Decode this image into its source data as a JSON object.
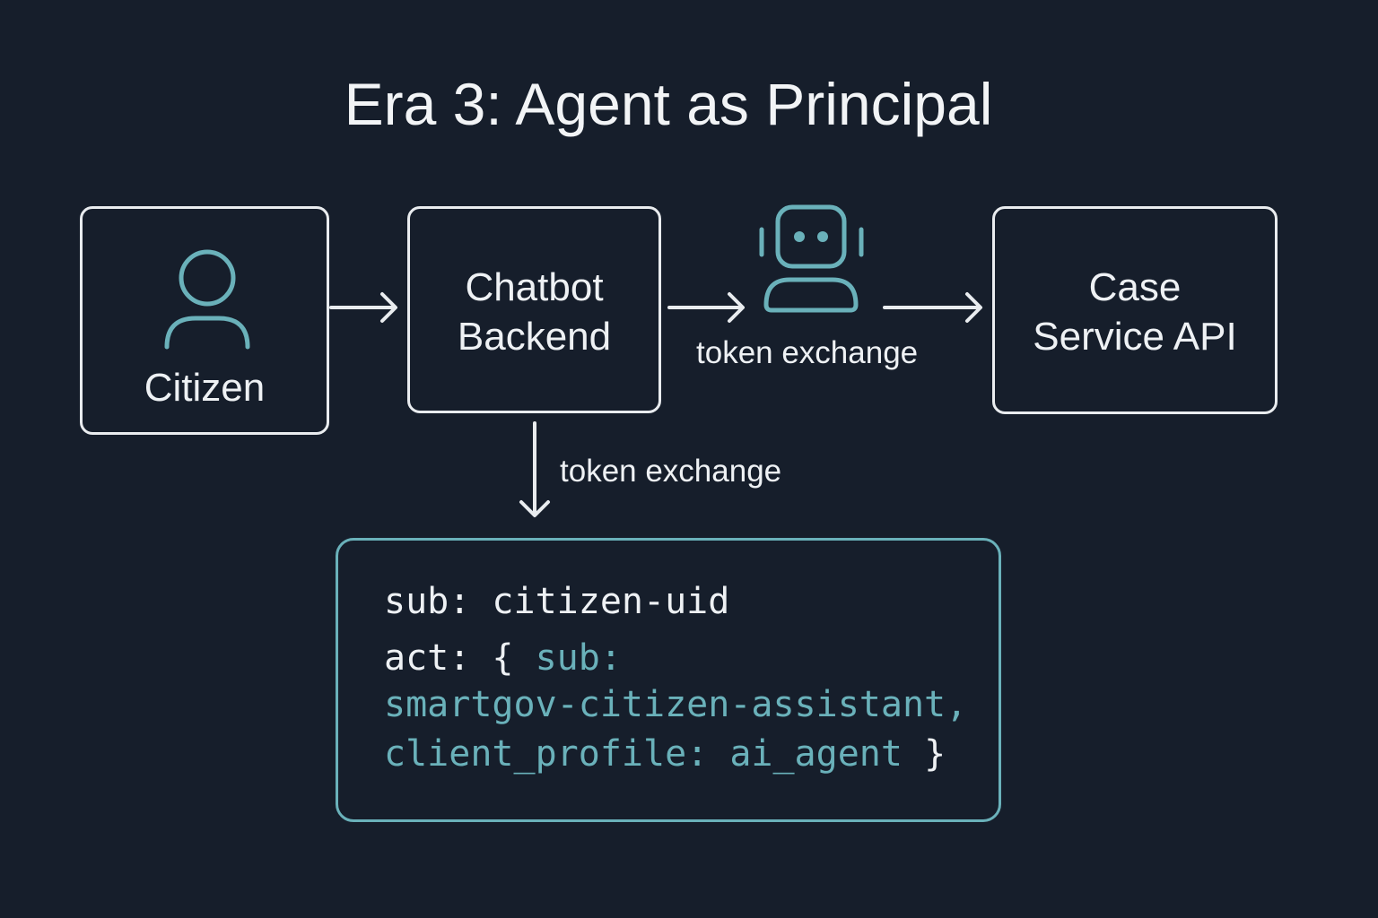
{
  "title": "Era 3: Agent as Principal",
  "nodes": {
    "citizen": {
      "label": "Citizen",
      "icon": "person-icon"
    },
    "chatbot": {
      "line1": "Chatbot",
      "line2": "Backend"
    },
    "agent": {
      "icon": "robot-icon"
    },
    "case_service": {
      "line1": "Case",
      "line2": "Service API"
    }
  },
  "edges": {
    "agent_exchange_label": "token exchange",
    "down_exchange_label": "token exchange"
  },
  "token": {
    "line1": "sub: citizen-uid",
    "line2_prefix": "act: {",
    "line2_suffix": "sub:",
    "line3": "smartgov-citizen-assistant,",
    "line4_value": "client_profile: ai_agent",
    "line4_close": "}"
  },
  "colors": {
    "background": "#161e2b",
    "foreground": "#eef1f4",
    "accent": "#6ab1ba"
  }
}
